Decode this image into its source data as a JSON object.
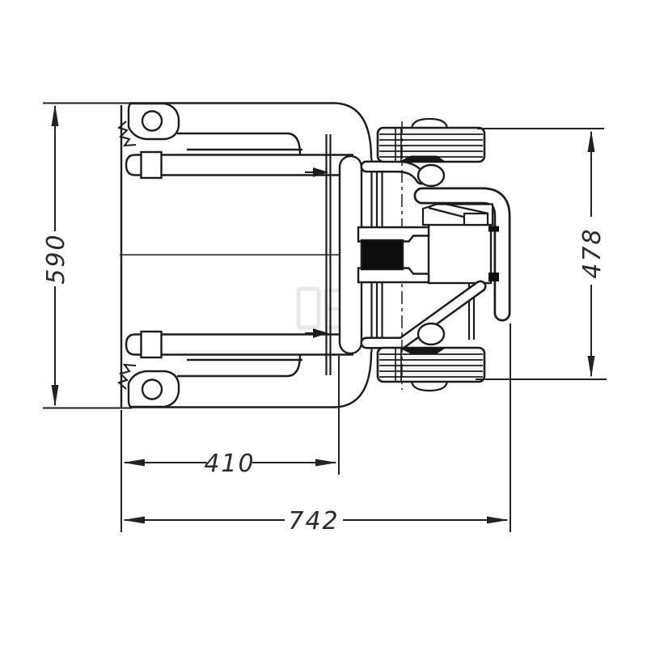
{
  "drawing": {
    "title": "pallet-truck-top-view-technical-drawing",
    "dimensions": {
      "left_vertical": "590",
      "right_vertical": "478",
      "bottom_inner": "410",
      "bottom_outer": "742"
    },
    "units": ""
  }
}
